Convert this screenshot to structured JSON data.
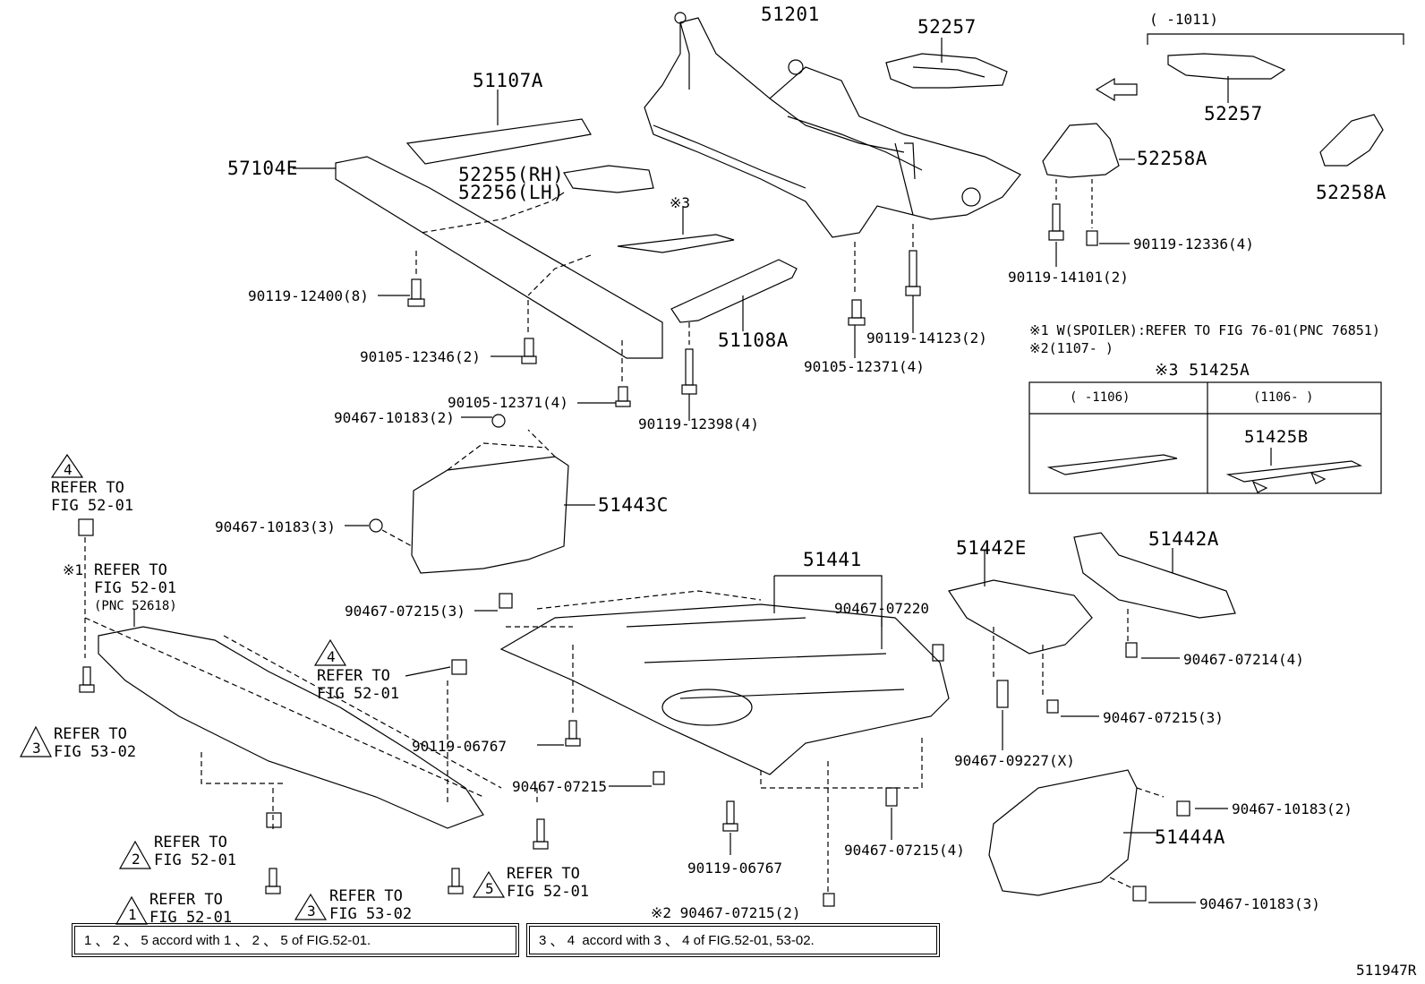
{
  "parts": {
    "p51201": "51201",
    "p52257a": "52257",
    "p52257b": "52257",
    "p1011": "(     -1011)",
    "p51107A": "51107A",
    "p57104E": "57104E",
    "p52255": "52255(RH)",
    "p52256": "52256(LH)",
    "p52258A_a": "52258A",
    "p52258A_b": "52258A",
    "p3mark": "※3",
    "p90119_12336": "90119-12336(4)",
    "p90119_14101": "90119-14101(2)",
    "p90119_12400": "90119-12400(8)",
    "p51108A": "51108A",
    "p90119_14123": "90119-14123(2)",
    "p90105_12346": "90105-12346(2)",
    "p90105_12371a": "90105-12371(4)",
    "p90105_12371b": "90105-12371(4)",
    "p90119_12398": "90119-12398(4)",
    "p90467_10183a": "90467-10183(2)",
    "p90467_10183b": "90467-10183(3)",
    "p51443C": "51443C",
    "p51441": "51441",
    "p51442E": "51442E",
    "p51442A": "51442A",
    "p90467_07215a": "90467-07215(3)",
    "p90467_07220": "90467-07220",
    "p90467_07214": "90467-07214(4)",
    "p90467_07215b": "90467-07215(3)",
    "p90119_06767a": "90119-06767",
    "p90467_09227": "90467-09227(X)",
    "p90467_07215c": "90467-07215",
    "p90467_10183c": "90467-10183(2)",
    "p51444A": "51444A",
    "p90467_07215d": "90467-07215(4)",
    "p90119_06767b": "90119-06767",
    "p90467_07215e": "※2 90467-07215(2)",
    "p90467_10183d": "90467-10183(3)",
    "ref1mark": "※1"
  },
  "notes": {
    "n1": "※1 W(SPOILER):REFER TO FIG 76-01(PNC 76851)",
    "n2": "※2(1107-     )",
    "n3": "※3 51425A",
    "col1": "(    -1106)",
    "col2": "(1106-     )",
    "p51425B": "51425B"
  },
  "refs": {
    "r4a_num": "4",
    "r4a_l1": "REFER TO",
    "r4a_l2": "FIG 52-01",
    "r1_l1": "REFER TO",
    "r1_l2": "FIG 52-01",
    "r1_l3": "(PNC 52618)",
    "r3a_num": "3",
    "r3a_l1": "REFER TO",
    "r3a_l2": "FIG 53-02",
    "r4b_num": "4",
    "r4b_l1": "REFER TO",
    "r4b_l2": "FIG 52-01",
    "r2_num": "2",
    "r2_l1": "REFER TO",
    "r2_l2": "FIG 52-01",
    "r1b_num": "1",
    "r1b_l1": "REFER TO",
    "r1b_l2": "FIG 52-01",
    "r3b_num": "3",
    "r3b_l1": "REFER TO",
    "r3b_l2": "FIG 53-02",
    "r5_num": "5",
    "r5_l1": "REFER TO",
    "r5_l2": "FIG 52-01"
  },
  "legend": {
    "box1": {
      "n1": "1",
      "n2": "2",
      "n3": "5",
      "text": "accord with",
      "m1": "1",
      "m2": "2",
      "m3": "5",
      "tail": "of FIG.52-01."
    },
    "box2": {
      "n1": "3",
      "n2": "4",
      "text": "accord with",
      "m1": "3",
      "m2": "4",
      "tail": "of FIG.52-01, 53-02."
    }
  },
  "figure_id": "511947R"
}
